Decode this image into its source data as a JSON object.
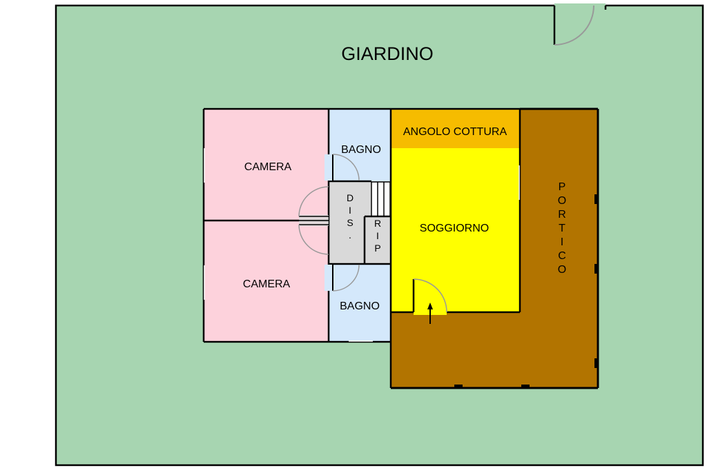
{
  "labels": {
    "garden": "GIARDINO",
    "bedroom_top": "CAMERA",
    "bedroom_bottom": "CAMERA",
    "bath_top": "BAGNO",
    "bath_bottom": "BAGNO",
    "kitchen_corner": "ANGOLO COTTURA",
    "living_room": "SOGGIORNO",
    "porch": "PORTICO",
    "hallway": "DIS.",
    "storage": "RIP"
  },
  "colors": {
    "garden": "#a7d5b1",
    "bedroom": "#fdd2dc",
    "bath": "#d4e8fb",
    "kitchen": "#f6bc00",
    "living": "#ffff00",
    "porch": "#b27400",
    "hall": "#d9d9d9",
    "wall": "#000000",
    "door_arc": "#999999"
  }
}
